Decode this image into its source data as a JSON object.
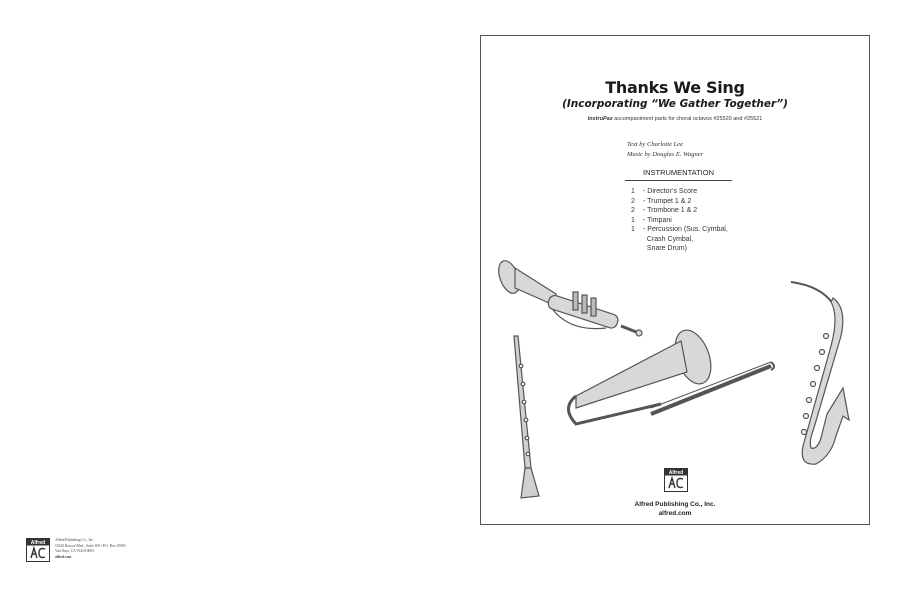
{
  "cover": {
    "title": "Thanks We Sing",
    "subtitle": "(Incorporating “We Gather Together”)",
    "instrupax_brand": "InstruPax",
    "instrupax_note": " accompaniment parts for choral octavos #25520 and #25521",
    "text_credit": "Text by Charlotte Lee",
    "music_credit": "Music by Douglas E. Wagner",
    "instrumentation_heading": "INSTRUMENTATION",
    "instruments": [
      {
        "qty": "1",
        "name": "Director’s Score"
      },
      {
        "qty": "2",
        "name": "Trumpet 1 & 2"
      },
      {
        "qty": "2",
        "name": "Trombone 1 & 2"
      },
      {
        "qty": "1",
        "name": "Timpani"
      },
      {
        "qty": "1",
        "name": "Percussion (Sus. Cymbal,"
      },
      {
        "qty": "",
        "name": "Crash Cymbal,"
      },
      {
        "qty": "",
        "name": "Snare Drum)"
      }
    ],
    "publisher": "Alfred Publishing Co., Inc.",
    "publisher_url": "alfred.com",
    "logo_text": "Alfred"
  },
  "back": {
    "logo_text": "Alfred",
    "lines": [
      "Alfred Publishing Co., Inc.",
      "16320 Roscoe Blvd., Suite 100 • P.O. Box 10003",
      "Van Nuys, CA 91410-0003"
    ],
    "url": "alfred.com"
  },
  "colors": {
    "ink": "#222222",
    "border": "#555555",
    "art_fill": "#d8d8d8",
    "art_stroke": "#555555"
  }
}
